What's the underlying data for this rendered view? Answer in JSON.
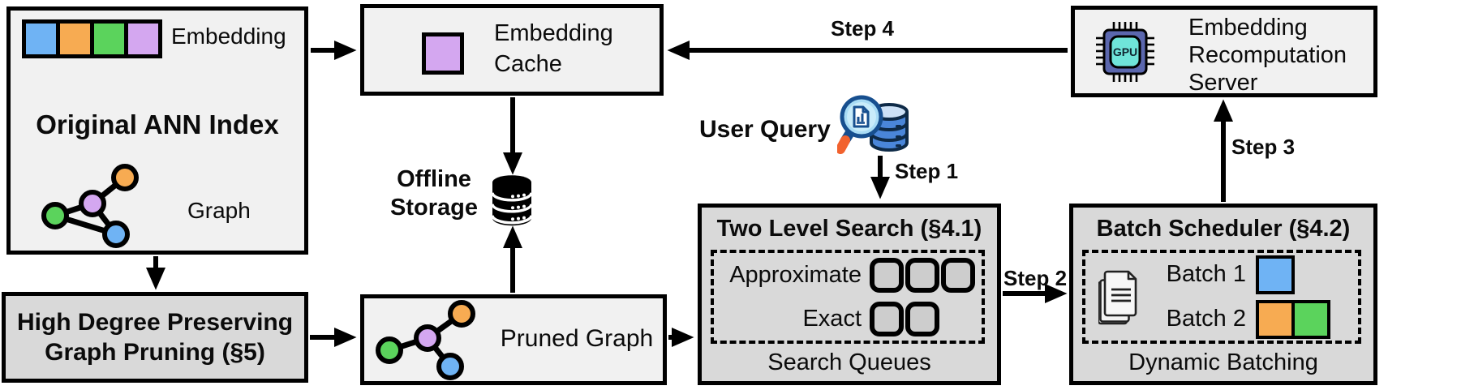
{
  "colors": {
    "blue": "#6FB3F4",
    "orange": "#F7AB52",
    "green": "#5BD35C",
    "purple": "#D4A7F0",
    "box_light": "#f1f1f1",
    "box_dark": "#d9d9d9",
    "queue_slot": "#cdcdcd",
    "outline": "#000000"
  },
  "original_index": {
    "title": "Original ANN Index",
    "embedding_label": "Embedding",
    "graph_label": "Graph",
    "embedding_colors": [
      "blue",
      "orange",
      "green",
      "purple"
    ]
  },
  "pruning": {
    "title": "High Degree Preserving Graph Pruning (§5)"
  },
  "embedding_cache": {
    "title": "Embedding Cache"
  },
  "offline_storage": {
    "title": "Offline Storage"
  },
  "pruned_graph": {
    "title": "Pruned Graph"
  },
  "user_query": {
    "title": "User Query"
  },
  "two_level_search": {
    "title": "Two Level Search (§4.1)",
    "rows": [
      {
        "label": "Approximate",
        "slots": 3
      },
      {
        "label": "Exact",
        "slots": 2
      }
    ],
    "footer": "Search Queues"
  },
  "batch_scheduler": {
    "title": "Batch Scheduler (§4.2)",
    "batches": [
      {
        "label": "Batch 1",
        "colors": [
          "blue"
        ]
      },
      {
        "label": "Batch 2",
        "colors": [
          "orange",
          "green"
        ]
      }
    ],
    "footer": "Dynamic Batching"
  },
  "recompute_server": {
    "title": "Embedding Recomputation Server",
    "chip_label": "GPU"
  },
  "steps": {
    "step1": "Step 1",
    "step2": "Step 2",
    "step3": "Step 3",
    "step4": "Step 4"
  }
}
